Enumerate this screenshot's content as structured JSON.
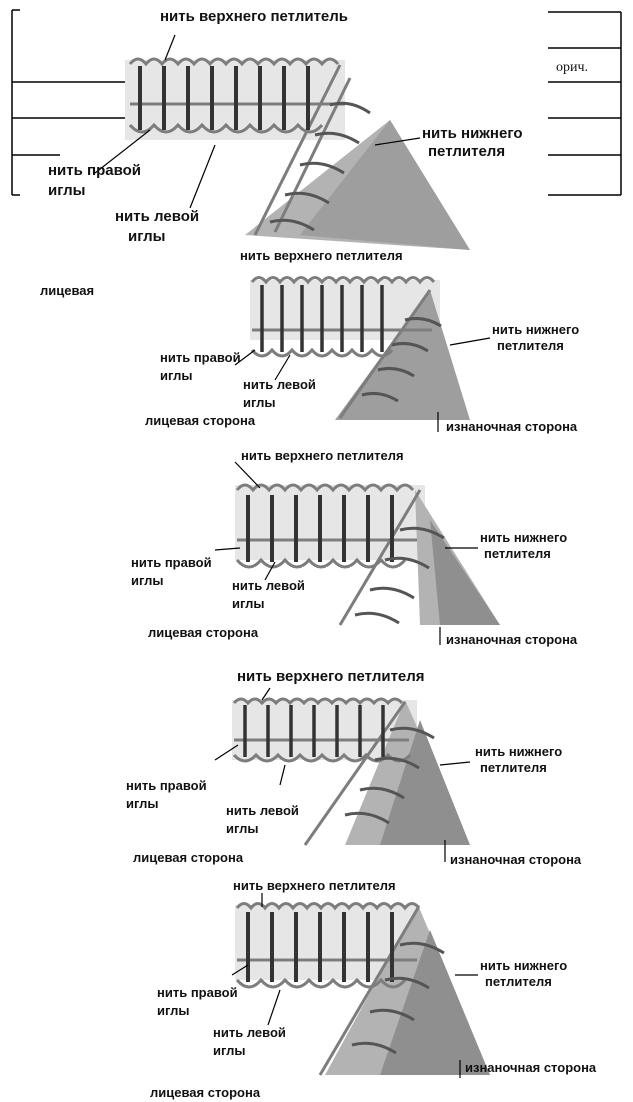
{
  "labels": {
    "upper_looper_first": "нить верхнего петлитель",
    "upper_looper": "нить верхнего петлителя",
    "upper_looper_p2": "нить верхнего петлителя",
    "lower_looper_l1": "нить нижнего",
    "lower_looper_l2": "петлителя",
    "right_needle_l1": "нить правой",
    "right_needle_l2": "иглы",
    "left_needle_l1": "нить левой",
    "left_needle_l2": "иглы",
    "face_side": "лицевая сторона",
    "face_side_cut": "лицевая",
    "back_side": "изнаночная сторона"
  },
  "table_fragment_text": "орич.",
  "colors": {
    "thread": "#7d7d7d",
    "thread_dark": "#333333",
    "fabric": "#a9a9a9",
    "fabric_light": "#dcdcdc"
  }
}
